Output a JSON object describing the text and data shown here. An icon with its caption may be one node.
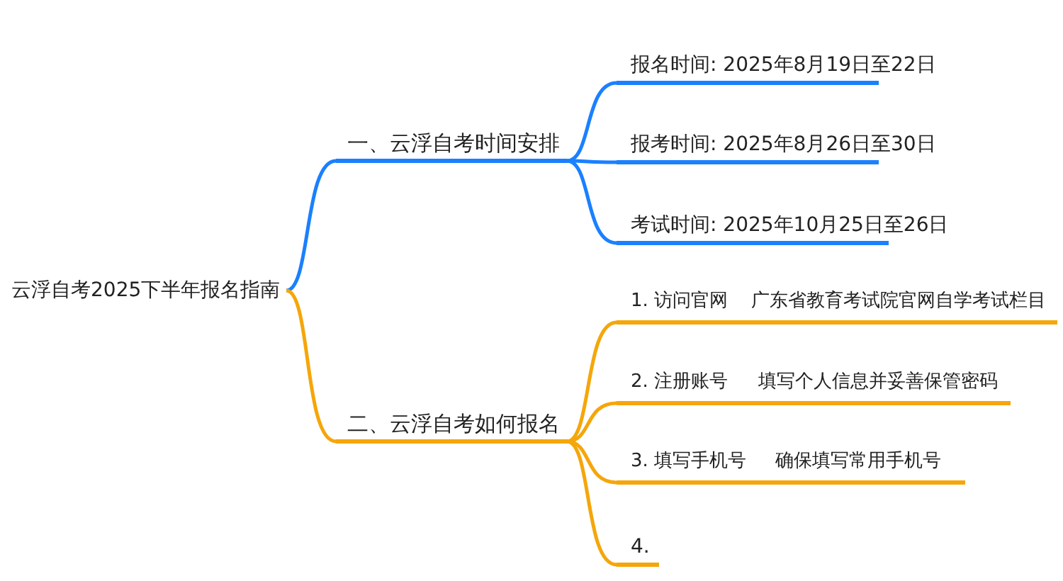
{
  "diagram": {
    "nodes": [
      {
        "text": [
          "云浮自考2025下半年报名指南"
        ]
      },
      {
        "text": [
          "一、云浮自考时间安排"
        ]
      },
      {
        "text": [
          "报名时间: 2025年8月19日至22日"
        ]
      },
      {
        "text": [
          "报考时间: 2025年8月26日至30日"
        ]
      },
      {
        "text": [
          "考试时间: 2025年10月25日至26日"
        ]
      },
      {
        "text": [
          "二、云浮自考如何报名"
        ]
      },
      {
        "text": [
          "1. 访问官网",
          "广东省教育考试院官网自学考试栏目"
        ]
      },
      {
        "text": [
          "2. 注册账号",
          "填写个人信息并妥善保管密码"
        ]
      },
      {
        "text": [
          "3. 填写手机号",
          "确保填写常用手机号"
        ]
      },
      {
        "text": [
          "4."
        ]
      }
    ],
    "edges": [
      {
        "from": 0,
        "to": 1,
        "arrow": "none",
        "color": "#1a80ff"
      },
      {
        "from": 1,
        "to": 2,
        "arrow": "none",
        "color": "#1a80ff"
      },
      {
        "from": 1,
        "to": 3,
        "arrow": "none",
        "color": "#1a80ff"
      },
      {
        "from": 1,
        "to": 4,
        "arrow": "none",
        "color": "#1a80ff"
      },
      {
        "from": 0,
        "to": 5,
        "arrow": "none"
      },
      {
        "from": 5,
        "to": 6,
        "arrow": "none"
      },
      {
        "from": 5,
        "to": 7,
        "arrow": "none"
      },
      {
        "from": 5,
        "to": 8,
        "arrow": "none"
      },
      {
        "from": 5,
        "to": 9,
        "arrow": "none"
      }
    ]
  }
}
